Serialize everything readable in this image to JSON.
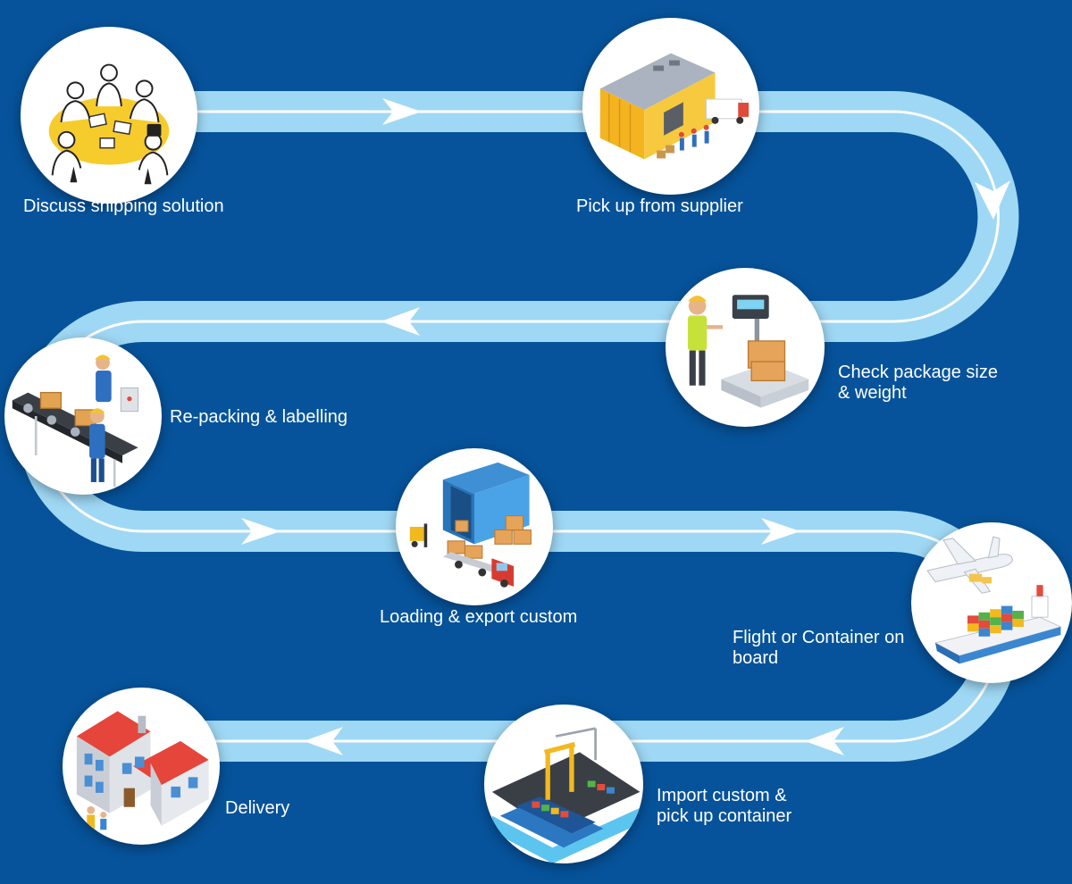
{
  "colors": {
    "background": "#06539b",
    "path_fill": "#9fd8f4",
    "path_line": "#ffffff",
    "label_text": "#ffffff",
    "circle_fill": "#ffffff"
  },
  "steps": [
    {
      "label": "Discuss shipping solution",
      "icon": "meeting-table-icon"
    },
    {
      "label": "Pick up from supplier",
      "icon": "warehouse-truck-icon"
    },
    {
      "label": "Check package size\n& weight",
      "icon": "weighing-scale-icon"
    },
    {
      "label": "Re-packing & labelling",
      "icon": "conveyor-belt-icon"
    },
    {
      "label": "Loading & export custom",
      "icon": "container-loading-icon"
    },
    {
      "label": "Flight or Container on\nboard",
      "icon": "plane-and-ship-icon"
    },
    {
      "label": "Import  custom &\npick up container",
      "icon": "port-crane-icon"
    },
    {
      "label": "Delivery",
      "icon": "house-icon"
    }
  ]
}
